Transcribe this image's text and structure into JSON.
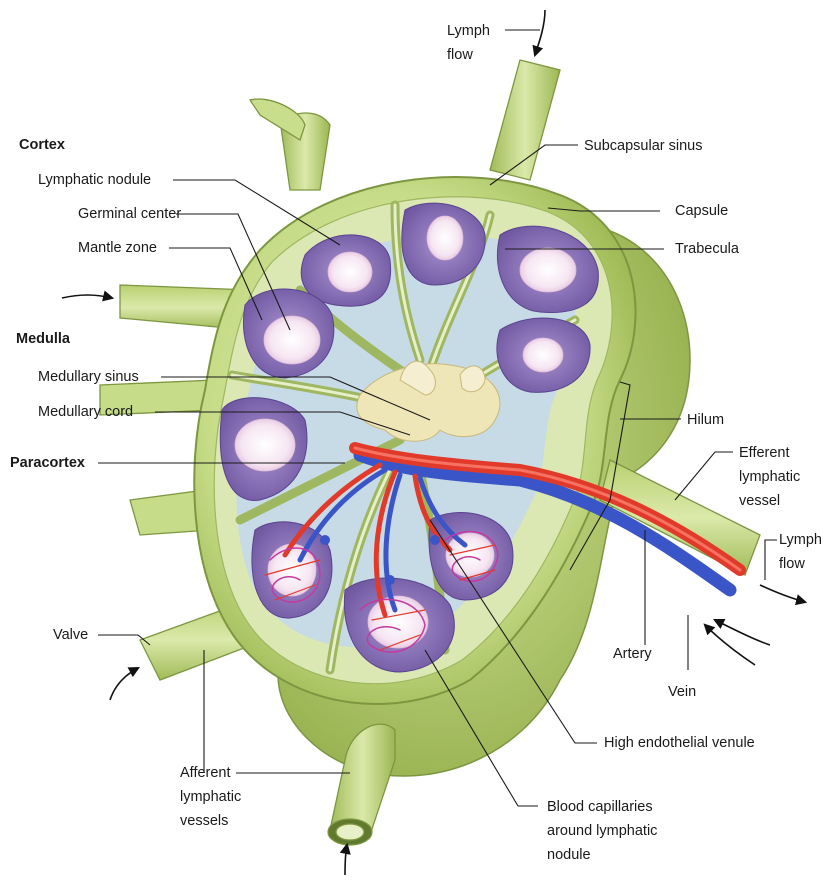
{
  "labels": {
    "lymph_flow_top": [
      "Lymph",
      "flow"
    ],
    "cortex": "Cortex",
    "subcapsular_sinus": "Subcapsular sinus",
    "lymphatic_nodule": "Lymphatic nodule",
    "capsule": "Capsule",
    "germinal_center": "Germinal center",
    "trabecula": "Trabecula",
    "mantle_zone": "Mantle zone",
    "medulla": "Medulla",
    "medullary_sinus": "Medullary sinus",
    "medullary_cord": "Medullary cord",
    "hilum": "Hilum",
    "paracortex": "Paracortex",
    "efferent_lymphatic_vessel": [
      "Efferent",
      "lymphatic",
      "vessel"
    ],
    "lymph_flow_right": [
      "Lymph",
      "flow"
    ],
    "valve": "Valve",
    "artery": "Artery",
    "vein": "Vein",
    "high_endothelial_venule": "High endothelial venule",
    "afferent_lymphatic_vessels": [
      "Afferent",
      "lymphatic",
      "vessels"
    ],
    "blood_capillaries": [
      "Blood capillaries",
      "around lymphatic",
      "nodule"
    ]
  },
  "colors": {
    "capsule_green": "#c9de8c",
    "capsule_dark": "#8fa84a",
    "sinus_blue": "#c6dbe6",
    "cortex_purple": "#8e78b8",
    "germinal_pink": "#f4e4f0",
    "medulla_cream": "#efe6b8",
    "artery_red": "#e23a2a",
    "vein_blue": "#3a55c8",
    "leader_line": "#1a1a1a"
  }
}
